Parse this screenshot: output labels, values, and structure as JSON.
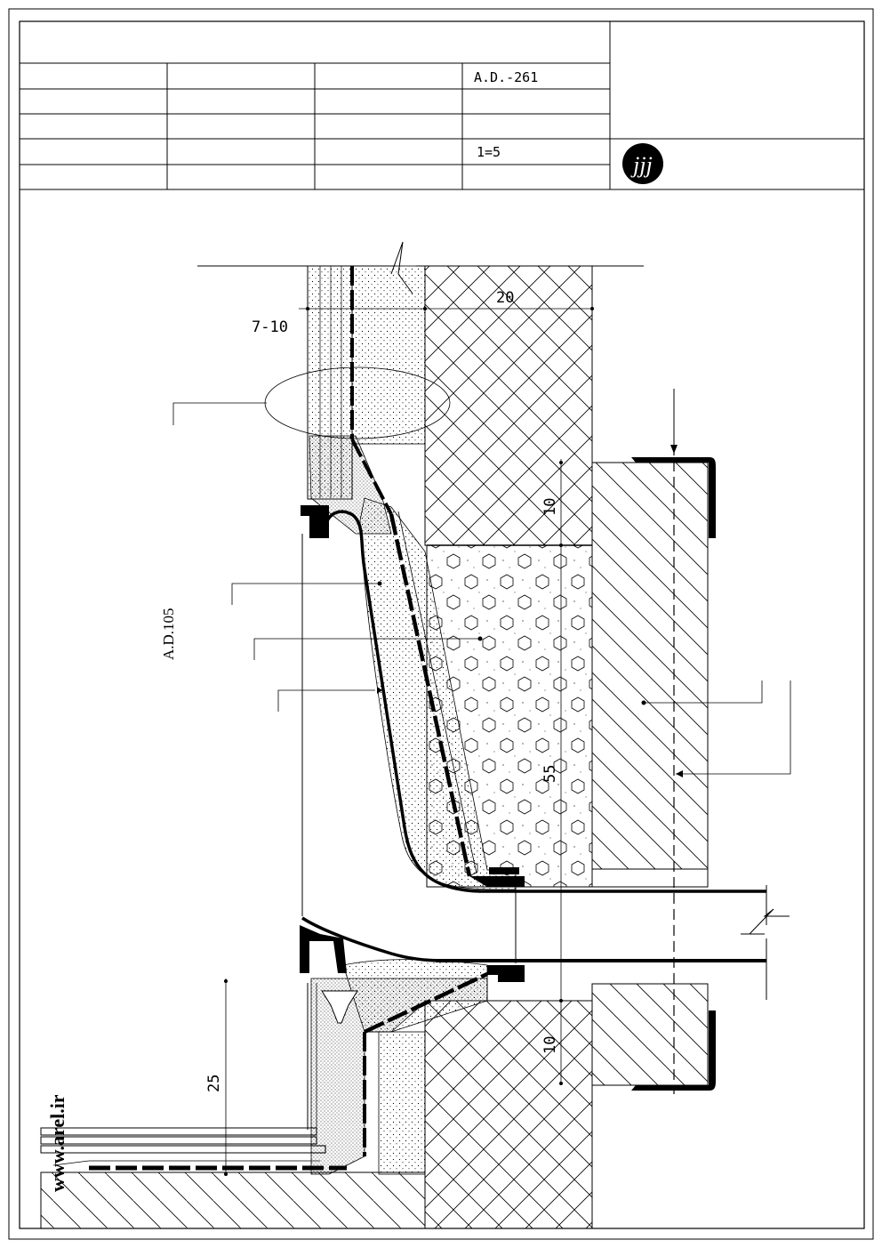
{
  "title_block": {
    "drawing_no": "A.D.-261",
    "scale": "1=5",
    "logo_letters": "jjj"
  },
  "drawing": {
    "ref_label": "A.D.105",
    "website": "www.arel.ir",
    "dims": {
      "joint_width": "7-10",
      "wall_thickness": "20",
      "upper_offset": "10",
      "drain_depth": "55",
      "lower_offset": "10",
      "floor_height": "25"
    }
  },
  "colors": {
    "line": "#000000",
    "background": "#ffffff"
  }
}
